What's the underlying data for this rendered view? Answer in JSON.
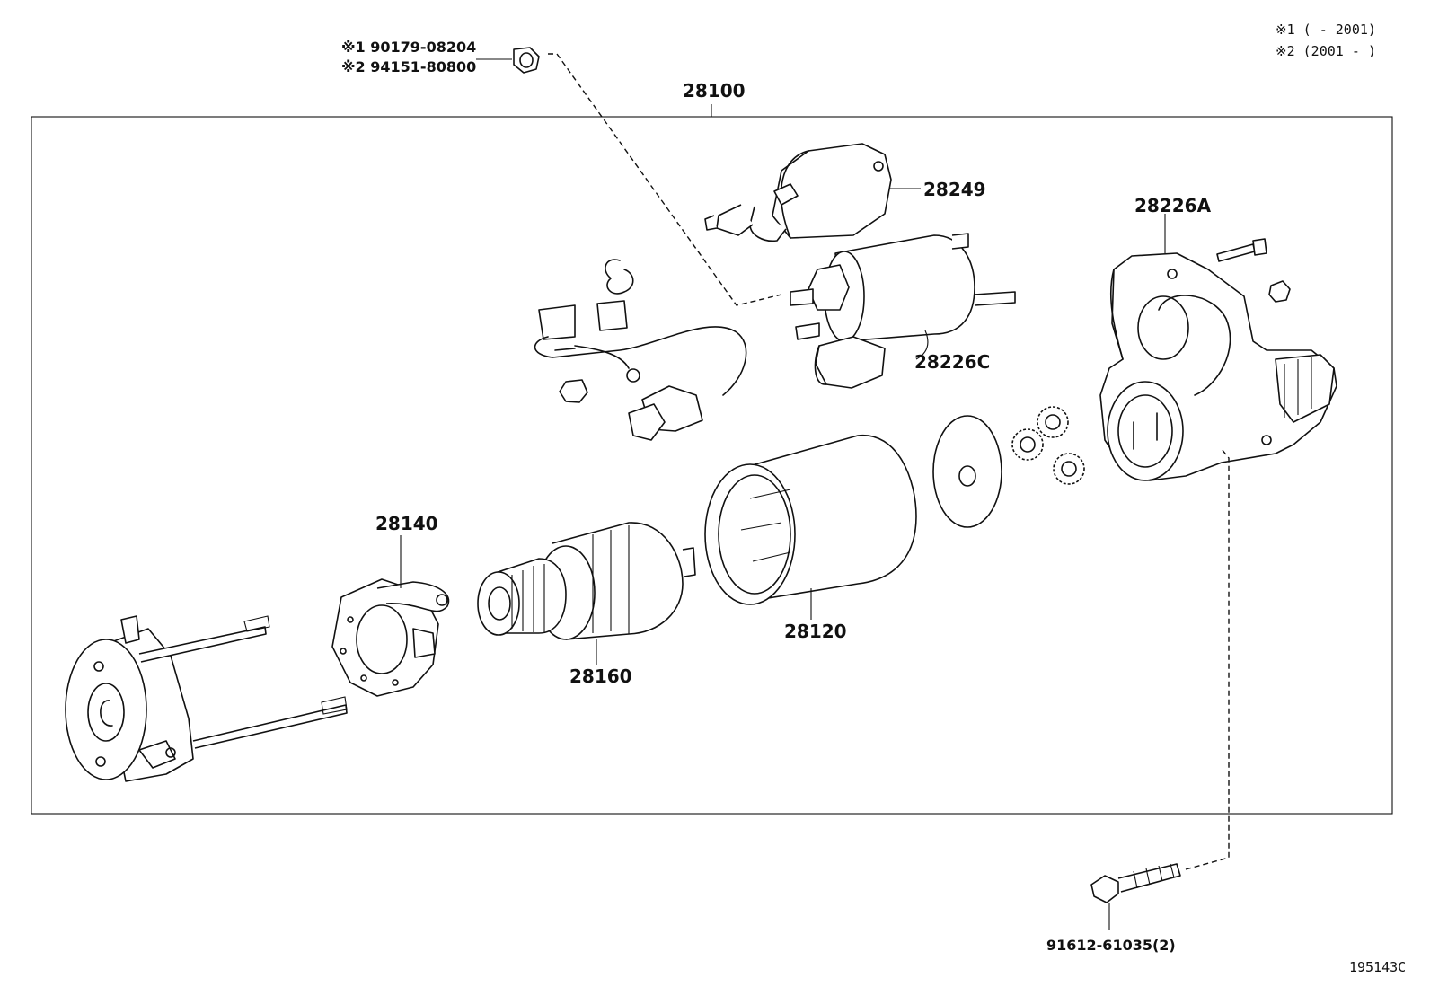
{
  "notes": {
    "note1": "※1 (    - 2001)",
    "note2": "※2 (2001 -    )"
  },
  "fastener_top": {
    "line1": "※1 90179-08204",
    "line2": "※2 94151-80800"
  },
  "labels": {
    "assembly": "28100",
    "solenoid_switch": "28249",
    "housing": "28226A",
    "magnet_switch": "28226C",
    "brush_holder": "28140",
    "armature": "28160",
    "yoke": "28120",
    "bolt": "91612-61035(2)"
  },
  "figure_code": "195143C"
}
